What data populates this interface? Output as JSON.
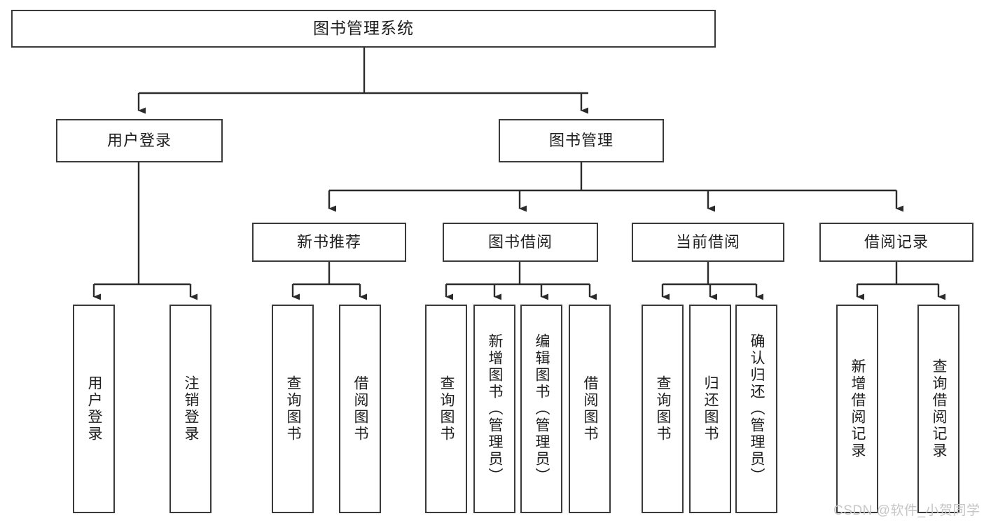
{
  "diagram": {
    "type": "tree",
    "title": "图书管理系统",
    "root": {
      "label": "图书管理系统"
    },
    "level2": [
      {
        "label": "用户登录"
      },
      {
        "label": "图书管理"
      }
    ],
    "level3": [
      {
        "label": "新书推荐"
      },
      {
        "label": "图书借阅"
      },
      {
        "label": "当前借阅"
      },
      {
        "label": "借阅记录"
      }
    ],
    "leaves": {
      "user_login": [
        {
          "label": "用户登录"
        },
        {
          "label": "注销登录"
        }
      ],
      "new_book_recommend": [
        {
          "label": "查询图书"
        },
        {
          "label": "借阅图书"
        }
      ],
      "book_borrow": [
        {
          "label": "查询图书"
        },
        {
          "label": "新增图书（管理员）"
        },
        {
          "label": "编辑图书（管理员）"
        },
        {
          "label": "借阅图书"
        }
      ],
      "current_borrow": [
        {
          "label": "查询图书"
        },
        {
          "label": "归还图书"
        },
        {
          "label": "确认归还（管理员）"
        }
      ],
      "borrow_record": [
        {
          "label": "新增借阅记录"
        },
        {
          "label": "查询借阅记录"
        }
      ]
    }
  },
  "watermark": {
    "text": "CSDN @软件_小贺同学"
  },
  "colors": {
    "border": "#3a3a3a",
    "background": "#ffffff",
    "text": "#1e1e1e",
    "watermark": "#c6c6c6"
  }
}
